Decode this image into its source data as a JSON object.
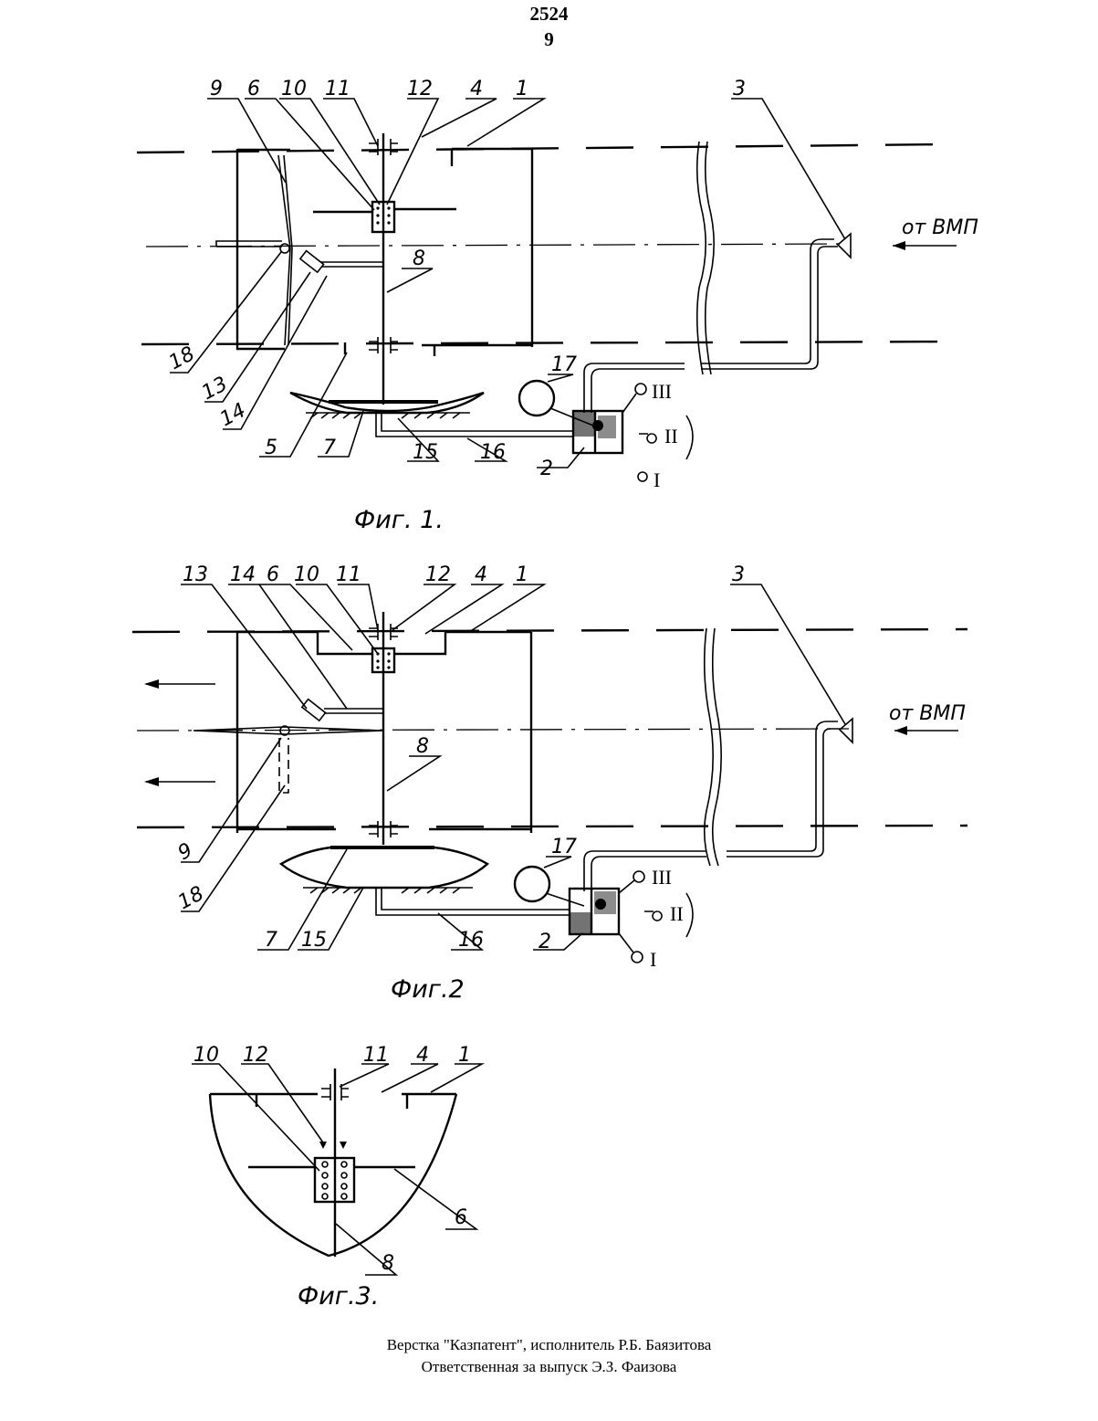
{
  "header": {
    "patent_number": "2524",
    "page_number": "9"
  },
  "figures": [
    {
      "caption": "Фиг. 1.",
      "labels": [
        "9",
        "6",
        "10",
        "11",
        "12",
        "4",
        "1",
        "3",
        "8",
        "18",
        "13",
        "14",
        "5",
        "7",
        "15",
        "16",
        "2",
        "17"
      ],
      "arrow_text": "от ВМП",
      "positions": [
        "III",
        "II",
        "I"
      ]
    },
    {
      "caption": "Фиг.2",
      "labels": [
        "13",
        "14",
        "6",
        "10",
        "11",
        "12",
        "4",
        "1",
        "3",
        "8",
        "9",
        "18",
        "7",
        "15",
        "16",
        "2",
        "17"
      ],
      "arrow_text": "от ВМП",
      "positions": [
        "III",
        "II",
        "I"
      ]
    },
    {
      "caption": "Фиг.3.",
      "labels": [
        "10",
        "12",
        "11",
        "4",
        "1",
        "6",
        "8"
      ]
    }
  ],
  "footer": {
    "line1": "Верстка \"Казпатент\", исполнитель Р.Б. Баязитова",
    "line2": "Ответственная за выпуск Э.З. Фаизова"
  }
}
